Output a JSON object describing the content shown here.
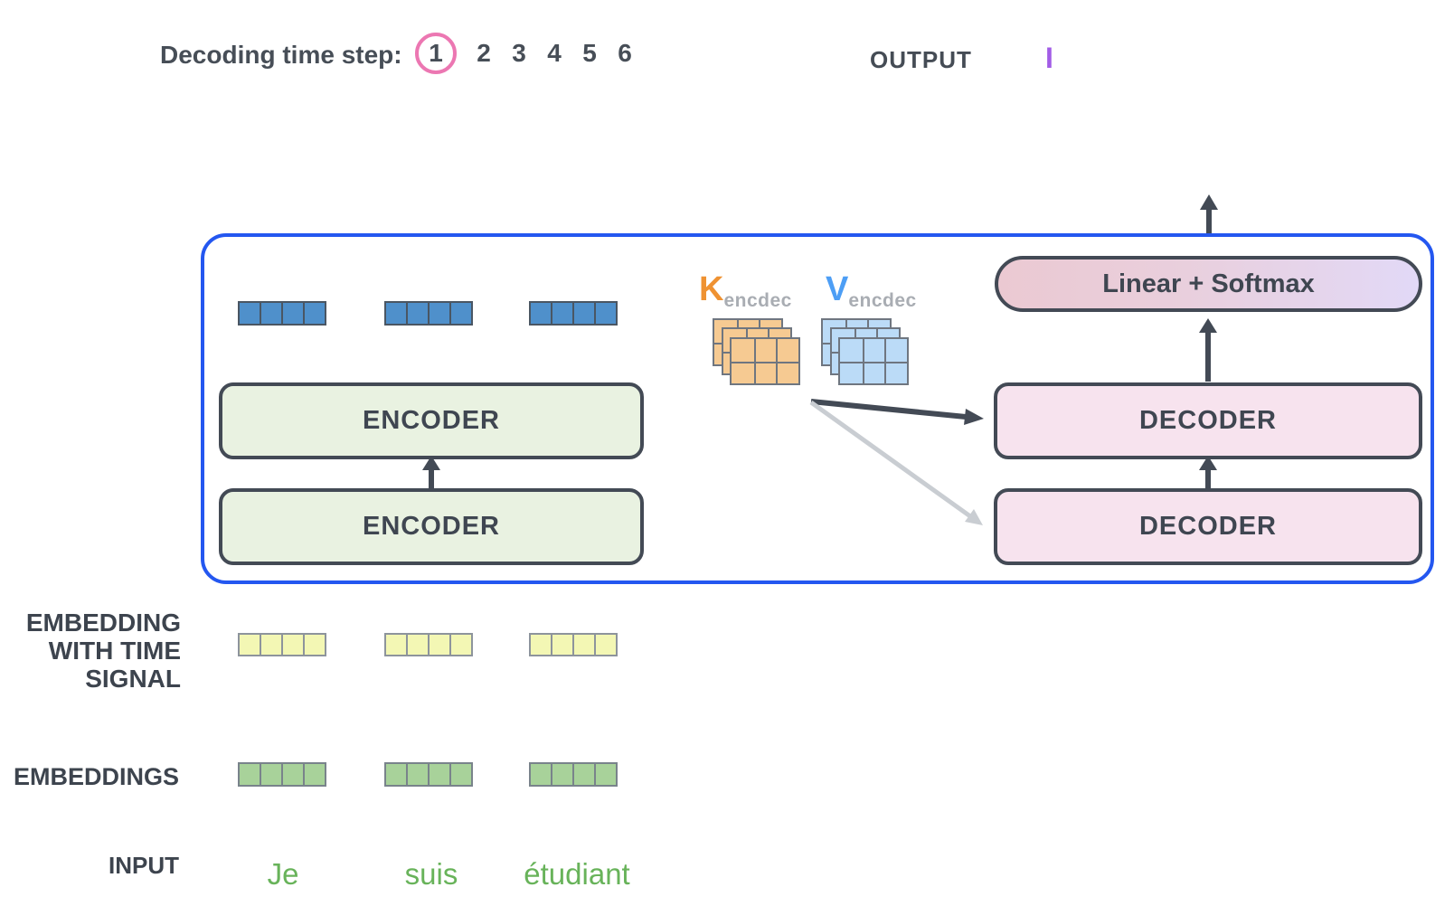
{
  "header": {
    "decoding_label": "Decoding time step:",
    "time_steps": [
      "1",
      "2",
      "3",
      "4",
      "5",
      "6"
    ],
    "active_step": "1",
    "output_label": "OUTPUT",
    "output_value": "I"
  },
  "encoder_stack": {
    "top_label": "ENCODER",
    "bottom_label": "ENCODER"
  },
  "decoder_stack": {
    "head_label": "Linear + Softmax",
    "top_label": "DECODER",
    "bottom_label": "DECODER"
  },
  "attention_vectors": {
    "k": {
      "symbol": "K",
      "subscript": "encdec"
    },
    "v": {
      "symbol": "V",
      "subscript": "encdec"
    }
  },
  "row_labels": {
    "embedding_time_signal": "EMBEDDING WITH TIME SIGNAL",
    "embeddings": "EMBEDDINGS",
    "input": "INPUT"
  },
  "input_tokens": [
    "Je",
    "suis",
    "étudiant"
  ],
  "colors": {
    "container_border": "#2457f0",
    "active_step_ring": "#ec77b2",
    "output_value": "#a25ce6",
    "token_text": "#68b35a",
    "k_symbol": "#ef9232",
    "v_symbol": "#4d9ef5",
    "encoder_fill": "#e9f2e1",
    "decoder_fill": "#f7e3ee",
    "softmax_gradient": [
      "#ebc9d2",
      "#e2d9f7"
    ],
    "blue_vector_fill": "#4f90cb",
    "yellow_vector_fill": "#f3f7b4",
    "green_vector_fill": "#a8d29a",
    "k_matrix_fill": "#f6ca92",
    "v_matrix_fill": "#bbdbf7",
    "dark_arrow": "#434a55",
    "light_arrow": "#c9cdd2"
  }
}
